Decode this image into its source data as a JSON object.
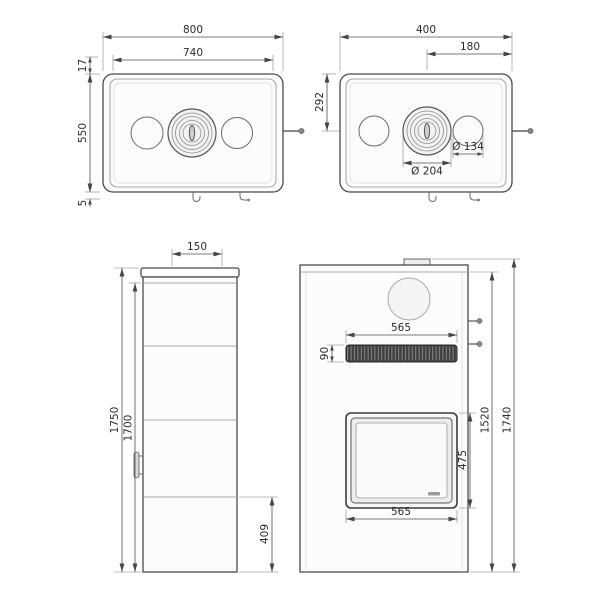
{
  "drawing": {
    "colors": {
      "line": "#4a4a4a",
      "dim_line": "#4f4f4f",
      "text": "#2b2b2b",
      "grille": "#3f3f3f",
      "fill_light": "#f6f6f6"
    },
    "views": {
      "top_plan_front": {
        "dims": {
          "width_outer": "800",
          "width_inner": "740",
          "top_lip": "17",
          "depth": "550",
          "bottom_lip": "5"
        }
      },
      "top_plan_side": {
        "dims": {
          "depth": "400",
          "flue_offset": "180",
          "flue_center": "292",
          "flue_diameter": "Ø 204",
          "cover_diameter": "Ø 134"
        }
      },
      "side_elevation": {
        "dims": {
          "flue_span": "150",
          "height_overall": "1750",
          "height_body": "1700",
          "plinth_height": "409"
        }
      },
      "front_elevation": {
        "dims": {
          "grille_width": "565",
          "grille_height": "90",
          "door_height": "475",
          "door_width": "565",
          "height_body": "1520",
          "height_overall": "1740"
        }
      }
    }
  }
}
